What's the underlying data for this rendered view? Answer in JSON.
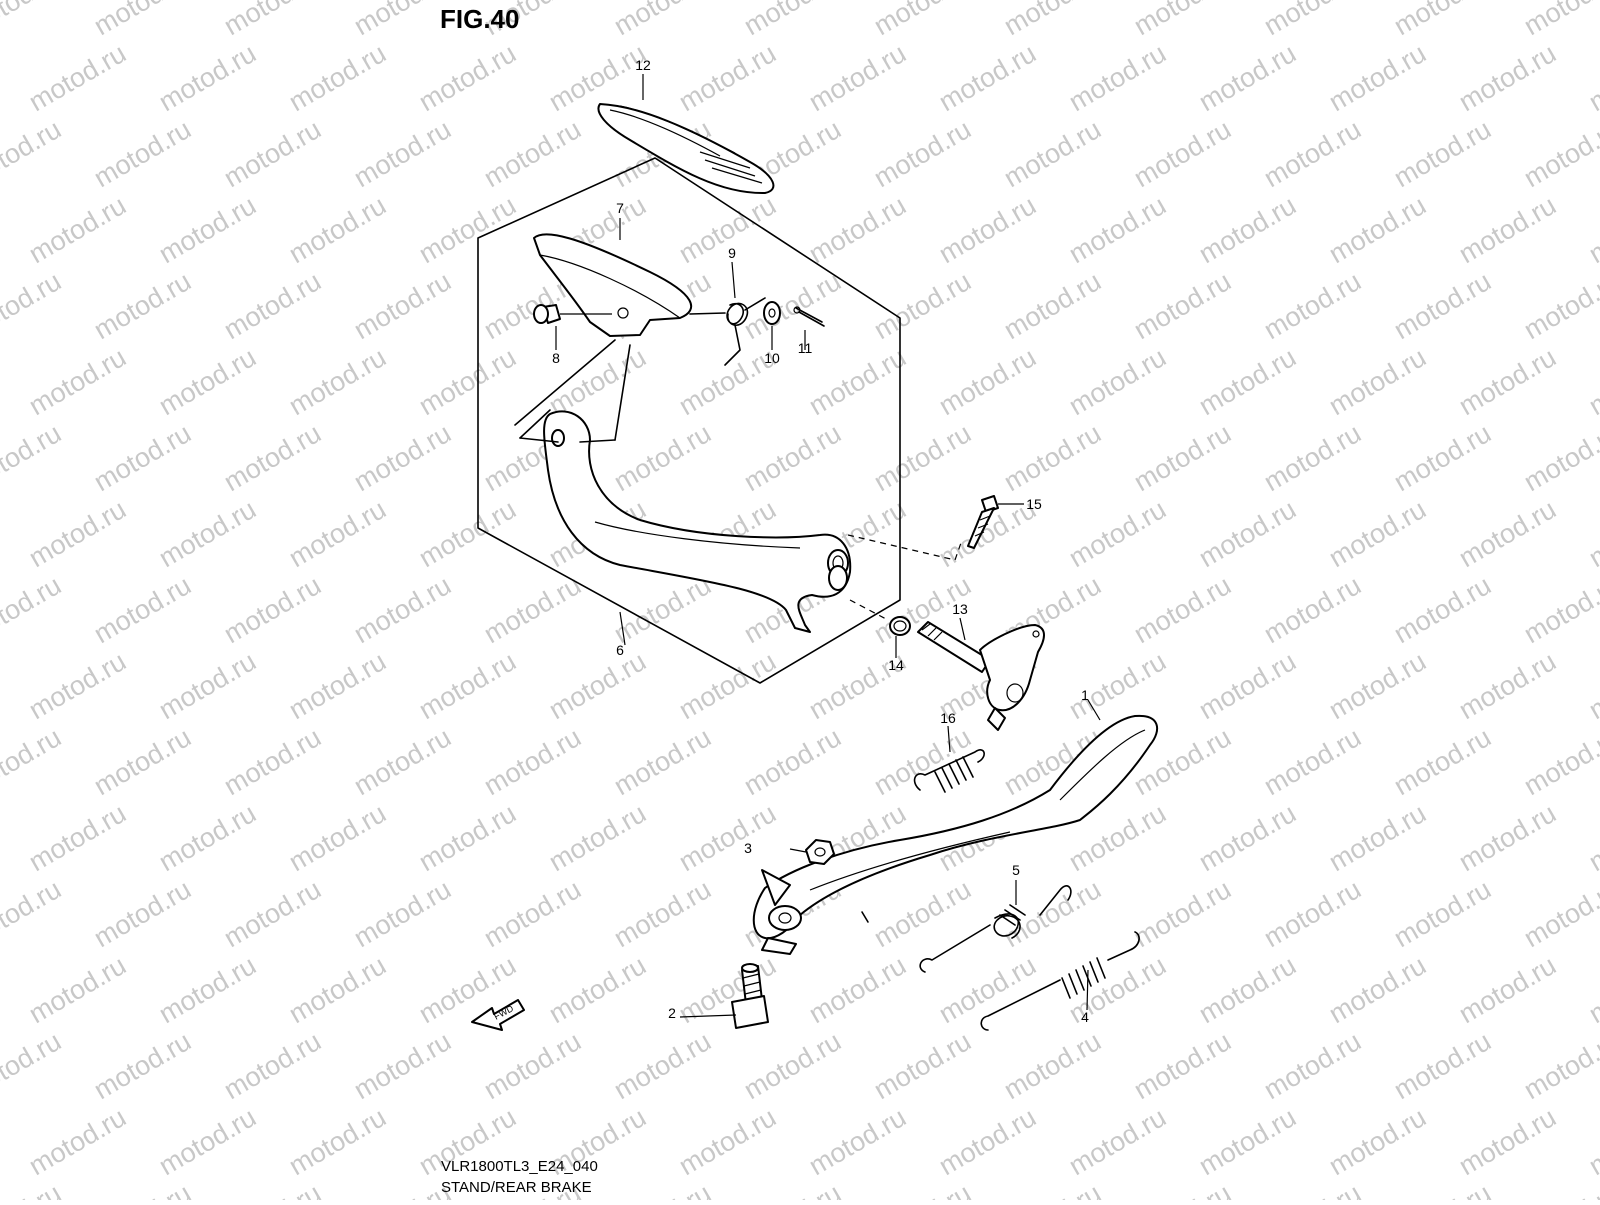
{
  "figure": {
    "title": "FIG.40",
    "code": "VLR1800TL3_E24_040",
    "caption": "STAND/REAR BRAKE",
    "watermark": "motod.ru",
    "fwd_label": "FWD"
  },
  "callouts": [
    {
      "number": "1"
    },
    {
      "number": "2"
    },
    {
      "number": "3"
    },
    {
      "number": "4"
    },
    {
      "number": "5"
    },
    {
      "number": "6"
    },
    {
      "number": "7"
    },
    {
      "number": "8"
    },
    {
      "number": "9"
    },
    {
      "number": "10"
    },
    {
      "number": "11"
    },
    {
      "number": "12"
    },
    {
      "number": "13"
    },
    {
      "number": "14"
    },
    {
      "number": "15"
    },
    {
      "number": "16"
    }
  ]
}
